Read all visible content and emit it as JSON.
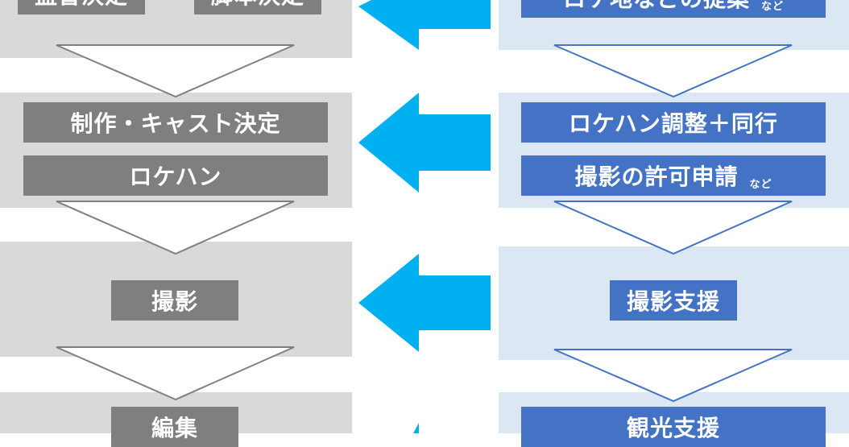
{
  "left_flow": {
    "row1": {
      "box1": "監督決定",
      "box2": "脚本決定"
    },
    "row2": {
      "box1": "制作・キャスト決定",
      "box2": "ロケハン"
    },
    "row3": {
      "box1": "撮影"
    },
    "row4": {
      "box1": "編集"
    }
  },
  "right_flow": {
    "row1": {
      "box1": "ロケ地などの提案",
      "box1_note": "など"
    },
    "row2": {
      "box1": "ロケハン調整＋同行",
      "box2": "撮影の許可申請",
      "box2_note": "など"
    },
    "row3": {
      "box1": "撮影支援"
    },
    "row4": {
      "box1": "観光支援"
    }
  },
  "colors": {
    "left_band": "#d9d9d9",
    "right_band": "#dce7f4",
    "grey_box": "#7f7f7f",
    "blue_box": "#4472c4",
    "cyan_arrow": "#00b0f0"
  }
}
